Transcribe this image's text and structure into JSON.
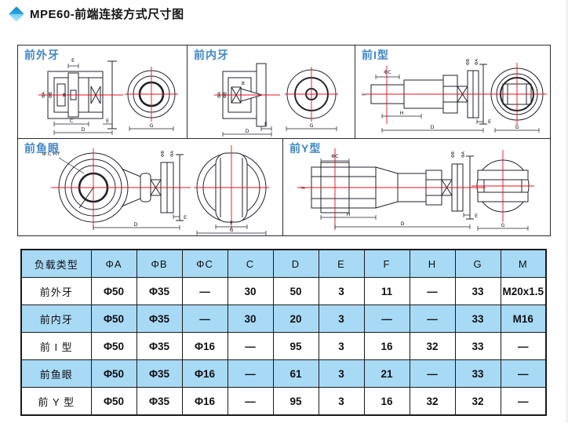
{
  "page": {
    "title": "MPE60-前端连接方式尺寸图"
  },
  "colors": {
    "accent_blue": "#3f86c6",
    "row_blue": "#a8daf6",
    "centerline_red": "#e8101c",
    "line_dark": "#20222c"
  },
  "panels": [
    {
      "label": "前外牙",
      "dims": [
        "E",
        "ΦA",
        "ΦB",
        "M",
        "C",
        "D",
        "E",
        "G"
      ]
    },
    {
      "label": "前内牙",
      "dims": [
        "ΦA",
        "ΦB",
        "M",
        "E",
        "D",
        "G"
      ]
    },
    {
      "label": "前I型",
      "dims": [
        "ΦC",
        "F",
        "H",
        "D",
        "E",
        "ΦB",
        "ΦA",
        "G"
      ]
    },
    {
      "label": "前鱼眼",
      "dims": [
        "Φ C H7",
        "ΦB",
        "ΦA",
        "D",
        "E",
        "F",
        "G"
      ]
    },
    {
      "label": "前Y型",
      "dims": [
        "ΦC",
        "F",
        "H",
        "D",
        "E",
        "ΦB",
        "ΦA",
        "G"
      ]
    }
  ],
  "table": {
    "columns": [
      "负载类型",
      "ΦA",
      "ΦB",
      "ΦC",
      "C",
      "D",
      "E",
      "F",
      "H",
      "G",
      "M"
    ],
    "rows": [
      {
        "type": "前外牙",
        "values": [
          "Φ50",
          "Φ35",
          "—",
          "30",
          "50",
          "3",
          "11",
          "—",
          "33",
          "M20x1.5"
        ]
      },
      {
        "type": "前内牙",
        "values": [
          "Φ50",
          "Φ35",
          "—",
          "30",
          "20",
          "3",
          "—",
          "—",
          "33",
          "M16"
        ]
      },
      {
        "type": "前 I 型",
        "values": [
          "Φ50",
          "Φ35",
          "Φ16",
          "—",
          "95",
          "3",
          "16",
          "32",
          "33",
          "—"
        ]
      },
      {
        "type": "前鱼眼",
        "values": [
          "Φ50",
          "Φ35",
          "Φ16",
          "—",
          "61",
          "3",
          "21",
          "—",
          "33",
          "—"
        ]
      },
      {
        "type": "前 Y 型",
        "values": [
          "Φ50",
          "Φ35",
          "Φ16",
          "—",
          "95",
          "3",
          "16",
          "32",
          "32",
          "—"
        ]
      }
    ]
  }
}
